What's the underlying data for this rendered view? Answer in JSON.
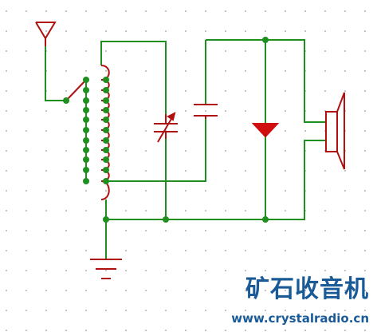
{
  "branding": {
    "chinese_title": "矿石收音机",
    "website": "www.crystalradio.cn"
  },
  "colors": {
    "wire": "#1f8f1f",
    "component": "#b01010",
    "diode": "#d01010",
    "brand": "#1a5a96",
    "grid_dot": "#9a9a9a"
  },
  "components": [
    {
      "name": "antenna-icon"
    },
    {
      "name": "tapped-coil"
    },
    {
      "name": "tap-selector-switch"
    },
    {
      "name": "variable-capacitor"
    },
    {
      "name": "fixed-capacitor"
    },
    {
      "name": "detector-diode"
    },
    {
      "name": "earphone-speaker-icon"
    },
    {
      "name": "ground-icon"
    }
  ]
}
